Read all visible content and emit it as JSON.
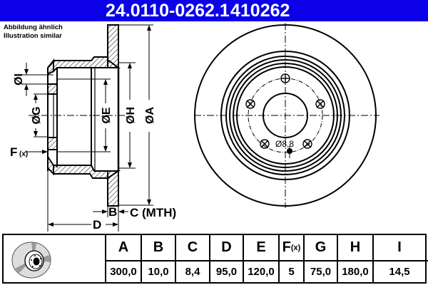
{
  "header": {
    "part_number": "24.0110-0262.1",
    "reference": "410262",
    "background_color": "#0b00e8"
  },
  "note": {
    "line1": "Abbildung ähnlich",
    "line2": "Illustration similar"
  },
  "section_view": {
    "labels": {
      "I": "ØI",
      "G": "ØG",
      "E": "ØE",
      "H": "ØH",
      "A": "ØA",
      "F": "F",
      "F_sub": "(x)",
      "B": "B",
      "C": "C (MTH)",
      "D": "D"
    }
  },
  "front_view": {
    "hole_label": "Ø8,8",
    "bolt_holes": 5
  },
  "table": {
    "icon": "brake-disc-icon",
    "columns": [
      {
        "key": "A",
        "label": "A",
        "value": "300,0"
      },
      {
        "key": "B",
        "label": "B",
        "value": "10,0"
      },
      {
        "key": "C",
        "label": "C",
        "value": "8,4"
      },
      {
        "key": "D",
        "label": "D",
        "value": "95,0"
      },
      {
        "key": "E",
        "label": "E",
        "value": "120,0"
      },
      {
        "key": "F",
        "label": "F",
        "label_sub": "(x)",
        "value": "5"
      },
      {
        "key": "G",
        "label": "G",
        "value": "75,0"
      },
      {
        "key": "H",
        "label": "H",
        "value": "180,0"
      },
      {
        "key": "I",
        "label": "I",
        "value": "14,5"
      }
    ]
  }
}
